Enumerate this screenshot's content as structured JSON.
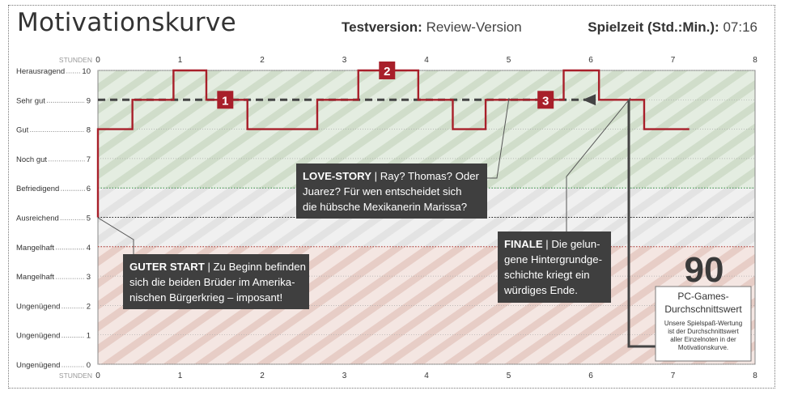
{
  "header": {
    "title": "Motivationskurve",
    "version_label": "Testversion:",
    "version_value": "Review-Version",
    "playtime_label": "Spielzeit (Std.:Min.):",
    "playtime_value": "07:16"
  },
  "chart_data": {
    "type": "line",
    "x_axis_label": "STUNDEN",
    "x_ticks": [
      0,
      1,
      2,
      3,
      4,
      5,
      6,
      7,
      8
    ],
    "xlim": [
      0,
      8
    ],
    "ylim": [
      0,
      10
    ],
    "y_ticks": [
      {
        "value": 10,
        "label": "Herausragend",
        "num": "10"
      },
      {
        "value": 9,
        "label": "Sehr gut",
        "num": "9"
      },
      {
        "value": 8,
        "label": "Gut",
        "num": "8"
      },
      {
        "value": 7,
        "label": "Noch gut",
        "num": "7"
      },
      {
        "value": 6,
        "label": "Befriedigend",
        "num": "6"
      },
      {
        "value": 5,
        "label": "Ausreichend",
        "num": "5"
      },
      {
        "value": 4,
        "label": "Mangelhaft",
        "num": "4"
      },
      {
        "value": 3,
        "label": "Mangelhaft",
        "num": "3"
      },
      {
        "value": 2,
        "label": "Ungenügend",
        "num": "2"
      },
      {
        "value": 1,
        "label": "Ungenügend",
        "num": "1"
      },
      {
        "value": 0,
        "label": "Ungenügend",
        "num": "0"
      }
    ],
    "series": [
      {
        "color": "#a81f2a",
        "points": [
          [
            0,
            5
          ],
          [
            0,
            8
          ],
          [
            0.42,
            8
          ],
          [
            0.42,
            9
          ],
          [
            0.92,
            9
          ],
          [
            0.92,
            10
          ],
          [
            1.32,
            10
          ],
          [
            1.32,
            9
          ],
          [
            1.82,
            9
          ],
          [
            1.82,
            8
          ],
          [
            2.67,
            8
          ],
          [
            2.67,
            9
          ],
          [
            3.17,
            9
          ],
          [
            3.17,
            10
          ],
          [
            3.9,
            10
          ],
          [
            3.9,
            9
          ],
          [
            4.32,
            9
          ],
          [
            4.32,
            8
          ],
          [
            4.72,
            8
          ],
          [
            4.72,
            9
          ],
          [
            5.25,
            9
          ],
          [
            5.25,
            9
          ],
          [
            5.67,
            9
          ],
          [
            5.67,
            10
          ],
          [
            6.1,
            10
          ],
          [
            6.1,
            9
          ],
          [
            6.65,
            9
          ],
          [
            6.65,
            8
          ],
          [
            7.2,
            8
          ]
        ]
      }
    ],
    "average": 9,
    "reference_lines": [
      {
        "value": 6,
        "color": "#2f8f3f"
      },
      {
        "value": 5,
        "color": "#222222"
      },
      {
        "value": 4,
        "color": "#b0302a"
      }
    ],
    "zones": [
      {
        "from": 6,
        "to": 10,
        "color": "#e3ece0",
        "stripe": "#cddbc8"
      },
      {
        "from": 4,
        "to": 6,
        "color": "#eeeeee",
        "stripe": "#e2e2e2"
      },
      {
        "from": 0,
        "to": 4,
        "color": "#f2e3df",
        "stripe": "#e6cbc4"
      }
    ],
    "markers": [
      {
        "label": "1",
        "x": 1.55,
        "y": 9
      },
      {
        "label": "2",
        "x": 3.52,
        "y": 10
      },
      {
        "label": "3",
        "x": 5.45,
        "y": 9
      }
    ],
    "annotations": [
      {
        "bold": "GUTER START",
        "text": " | Zu Beginn befinden sich die beiden Brüder im Amerikanischen Bürgerkrieg – imposant!",
        "lines": [
          [
            "GUTER START",
            " | Zu Beginn befinden"
          ],
          [
            "",
            "sich die beiden Brüder im Amerika-"
          ],
          [
            "",
            "nischen Bürgerkrieg – imposant!"
          ]
        ]
      },
      {
        "bold": "LOVE-STORY",
        "text": " | Ray? Thomas? Oder Juarez? Für wen entscheidet sich die hübsche Mexikanerin Marissa?",
        "lines": [
          [
            "LOVE-STORY",
            " | Ray? Thomas? Oder"
          ],
          [
            "",
            "Juarez? Für wen entscheidet sich"
          ],
          [
            "",
            "die hübsche Mexikanerin Marissa?"
          ]
        ]
      },
      {
        "bold": "FINALE",
        "text": " | Die gelungene Hintergrundgeschichte kriegt ein würdiges Ende.",
        "lines": [
          [
            "FINALE",
            " | Die gelun-"
          ],
          [
            "",
            "gene Hintergrundge-"
          ],
          [
            "",
            "schichte kriegt ein"
          ],
          [
            "",
            "würdiges Ende."
          ]
        ]
      }
    ],
    "score": {
      "value": "90",
      "label_line1": "PC-Games-",
      "label_line2": "Durchschnittswert",
      "note_lines": [
        "Unsere Spielspaß-Wertung",
        "ist der Durchschnittswert",
        "aller Einzelnoten in der",
        "Motivationskurve."
      ]
    }
  }
}
